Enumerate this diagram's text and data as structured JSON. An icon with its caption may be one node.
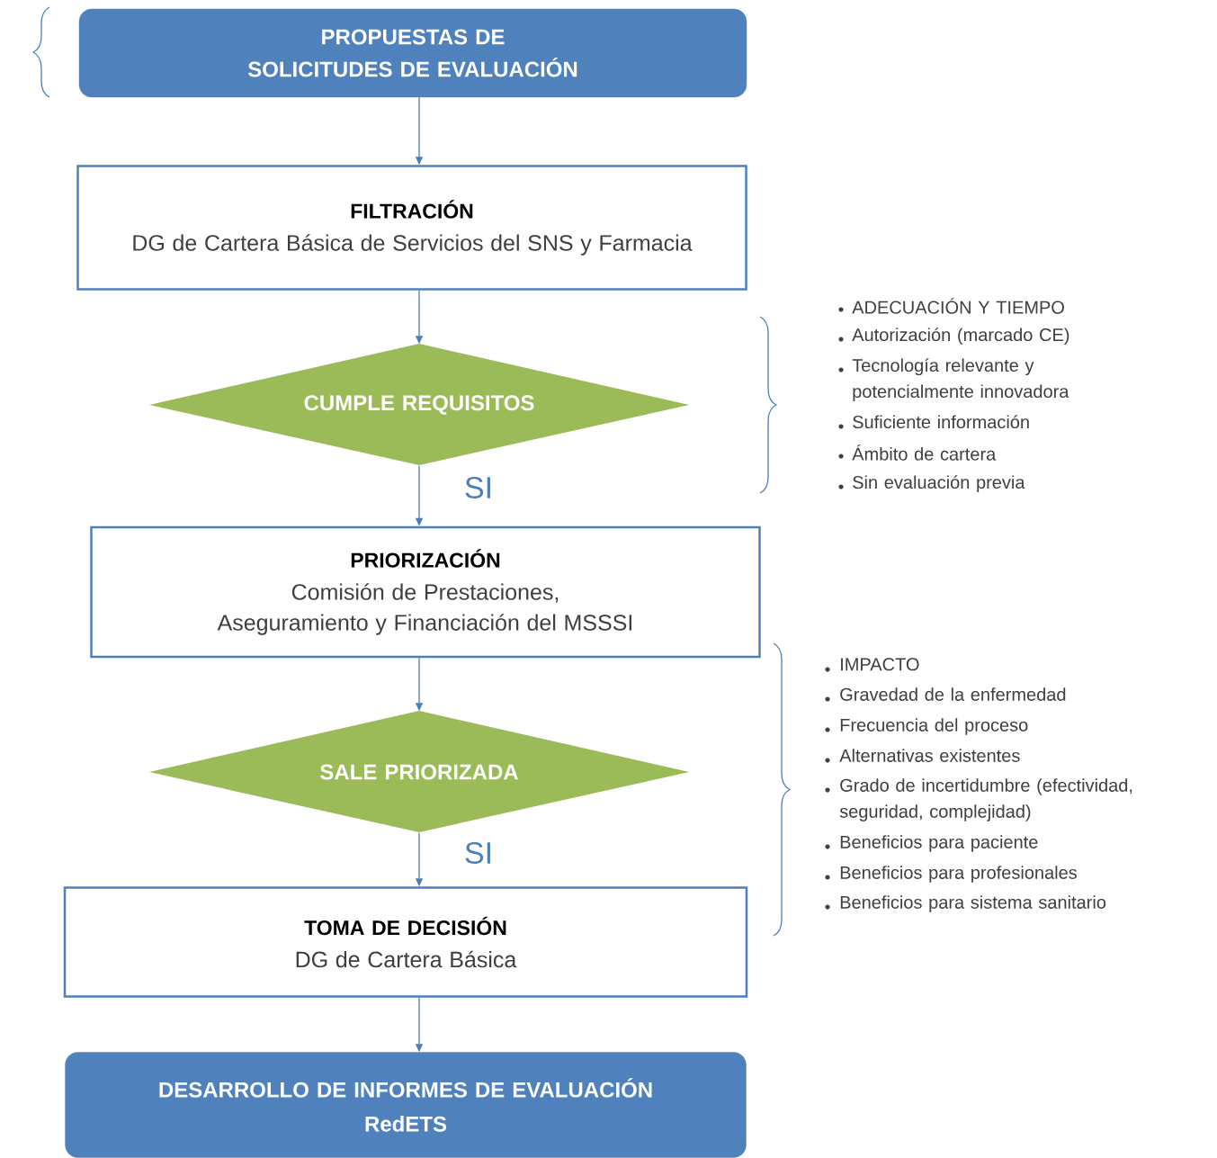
{
  "diagram": {
    "nodes": [
      {
        "text": [
          "PROPUESTAS DE SOLICITUDES DE EVALUACIÓN"
        ]
      },
      {
        "text": [
          "FILTRACIÓN",
          "DG de Cartera Básica de Servicios del SNS y Farmacia"
        ]
      },
      {
        "text": [
          "CUMPLE REQUISITOS"
        ]
      },
      {
        "text": [
          "PRIORIZACIÓN",
          "Comisión de Prestaciones, Aseguramiento y Financiación del MSSSI"
        ]
      },
      {
        "text": [
          "SALE PRIORIZADA"
        ]
      },
      {
        "text": [
          "TOMA DE DECISIÓN",
          "DG de Cartera Básica"
        ]
      },
      {
        "text": [
          "DESARROLLO DE INFORMES DE EVALUACIÓN",
          "RedETS"
        ]
      }
    ],
    "edges": [
      {
        "from": 0,
        "to": 1,
        "arrow": "to"
      },
      {
        "from": 1,
        "to": 2,
        "arrow": "to"
      },
      {
        "from": 2,
        "to": 3,
        "arrow": "to",
        "label": "SI"
      },
      {
        "from": 3,
        "to": 4,
        "arrow": "to"
      },
      {
        "from": 4,
        "to": 5,
        "arrow": "to",
        "label": "SI"
      },
      {
        "from": 5,
        "to": 6,
        "arrow": "to"
      }
    ],
    "labels": [
      "ADECUACIÓN Y TIEMPO",
      "Autorización (marcado CE)",
      "Tecnología relevante y potencialmente innovadora",
      "Suficiente información",
      "Ámbito de cartera",
      "Sin evaluación previa",
      "IMPACTO",
      "Gravedad de la enfermedad",
      "Frecuencia del proceso",
      "Alternativas existentes",
      "Grado de incertidumbre (efectividad, seguridad, complejidad)",
      "Beneficios para paciente",
      "Beneficios para profesionales",
      "Beneficios para sistema sanitario"
    ]
  }
}
